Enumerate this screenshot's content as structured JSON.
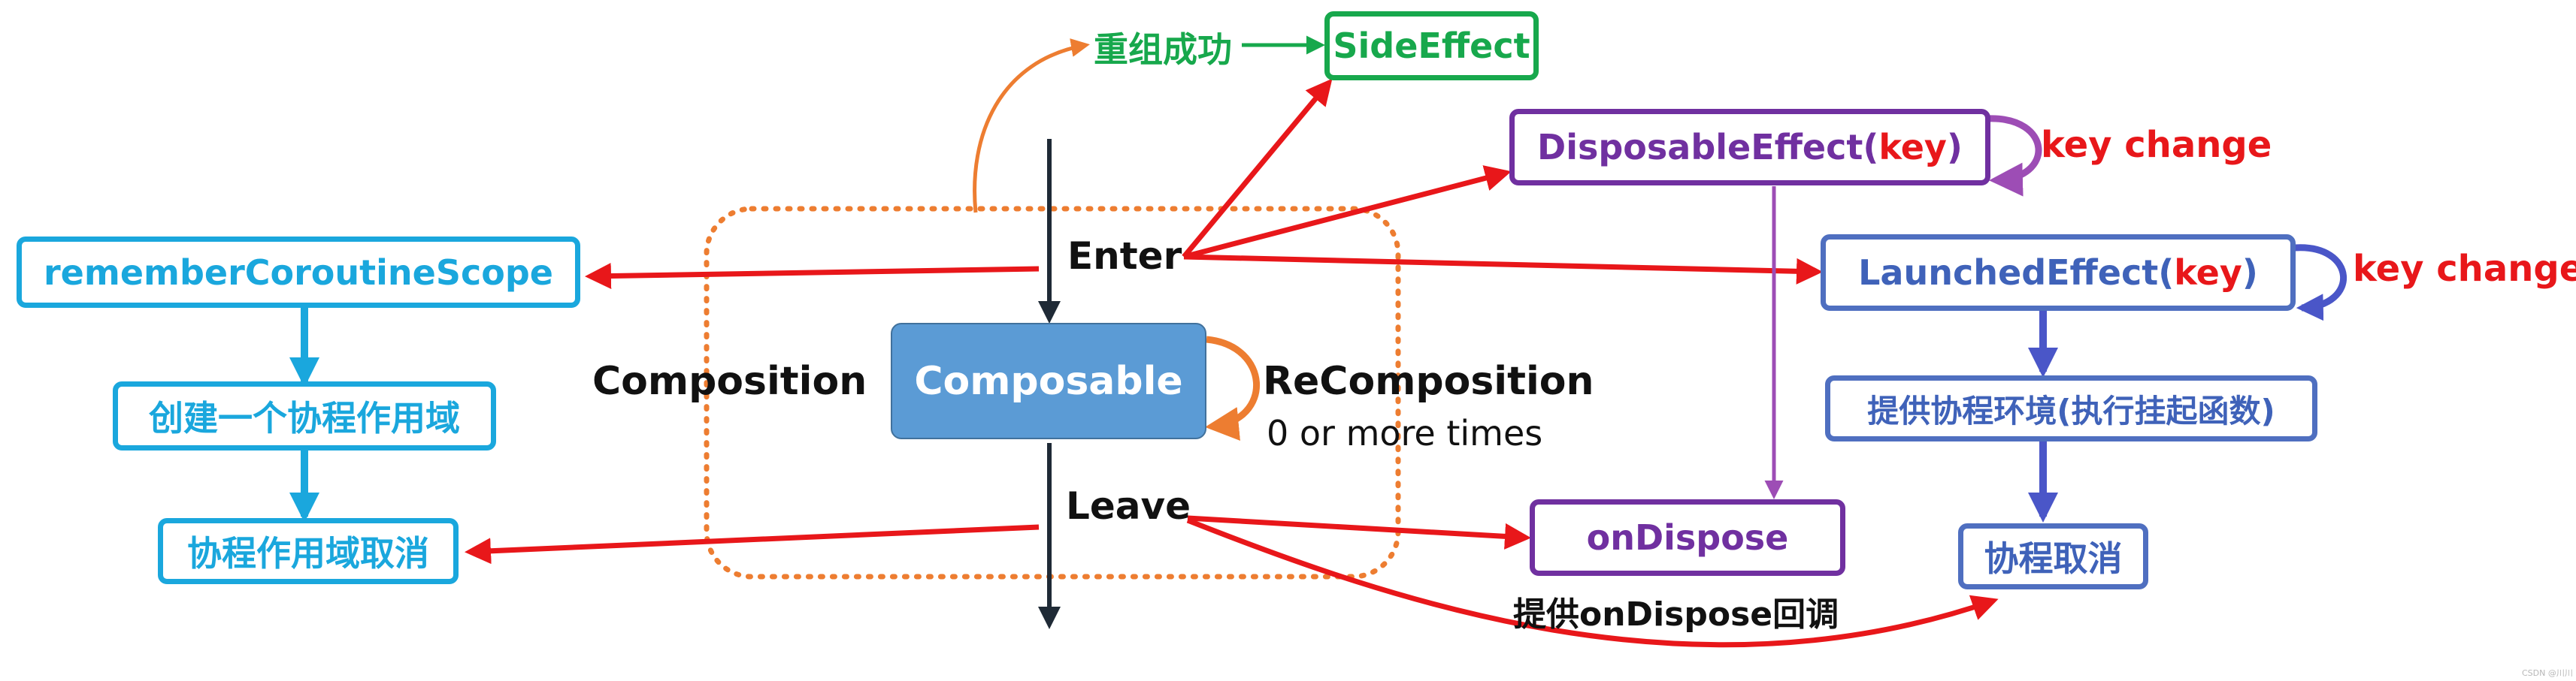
{
  "center": {
    "enter": "Enter",
    "leave": "Leave",
    "composable": "Composable",
    "composition": "Composition",
    "recomposition": "ReComposition",
    "recomposition_times": "0 or more times"
  },
  "left": {
    "scope": "rememberCoroutineScope",
    "create": "创建一个协程作用域",
    "cancel": "协程作用域取消"
  },
  "top": {
    "recompose_success": "重组成功",
    "side_effect": "SideEffect"
  },
  "disposable": {
    "name": "DisposableEffect(",
    "key": "key",
    "close": ")",
    "key_change": "key change",
    "on_dispose": "onDispose",
    "on_dispose_caption": "提供onDispose回调"
  },
  "launched": {
    "name": "LaunchedEffect(",
    "key": "key",
    "close": ")",
    "key_change": "key change",
    "env": "提供协程环境(执行挂起函数)",
    "cancel": "协程取消"
  },
  "credit": "CSDN @川川",
  "colors": {
    "red": "#e8171a",
    "cyan": "#1aa7dd",
    "purple": "#7030a0",
    "blue": "#4f6fc0",
    "green": "#17a84c",
    "orange": "#ed7d31",
    "composable_fill": "#5b9bd5",
    "dark": "#1f2a36"
  }
}
